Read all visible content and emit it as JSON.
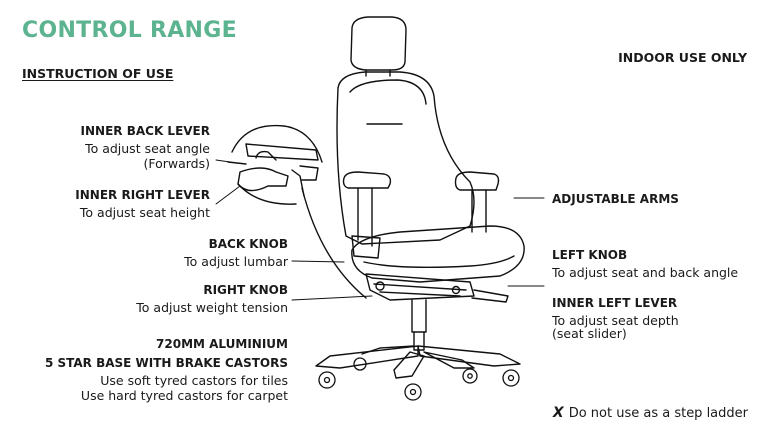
{
  "header": {
    "title": "CONTROL RANGE",
    "subtitle": "INSTRUCTION OF USE",
    "notice": "INDOOR USE ONLY"
  },
  "callouts": {
    "inner_back_lever": {
      "label": "INNER BACK LEVER",
      "desc_1": "To adjust seat angle",
      "desc_2": "(Forwards)"
    },
    "inner_right_lever": {
      "label": "INNER RIGHT LEVER",
      "desc_1": "To adjust seat height"
    },
    "back_knob": {
      "label": "BACK KNOB",
      "desc_1": "To adjust lumbar"
    },
    "right_knob": {
      "label": "RIGHT KNOB",
      "desc_1": "To adjust weight tension"
    },
    "base": {
      "label_1": "720MM ALUMINIUM",
      "label_2": "5 STAR BASE WITH BRAKE CASTORS",
      "desc_1": "Use soft tyred castors for tiles",
      "desc_2": "Use hard tyred castors for carpet"
    },
    "adjustable_arms": {
      "label": "ADJUSTABLE ARMS"
    },
    "left_knob": {
      "label": "LEFT KNOB",
      "desc_1": "To adjust seat and back angle"
    },
    "inner_left_lever": {
      "label": "INNER LEFT LEVER",
      "desc_1": "To adjust seat depth",
      "desc_2": "(seat slider)"
    }
  },
  "warning": {
    "icon": "cross-icon",
    "mark": "X",
    "text": "Do not use as a step ladder"
  },
  "colors": {
    "title": "#5cb38f",
    "text": "#1a1a1a",
    "line": "#111111"
  }
}
